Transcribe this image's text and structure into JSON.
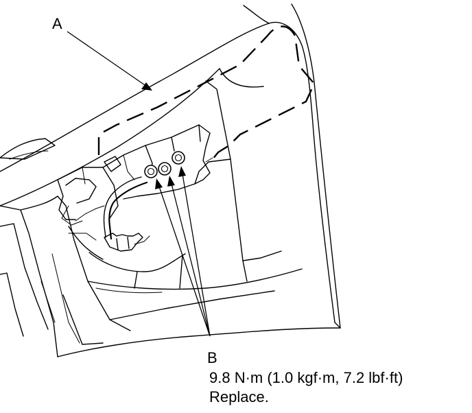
{
  "callouts": {
    "a": {
      "letter": "A"
    },
    "b": {
      "letter": "B",
      "torque_spec": "9.8 N·m (1.0 kgf·m, 7.2 lbf·ft)",
      "note": "Replace."
    }
  },
  "colors": {
    "ink": "#000000",
    "paper": "#ffffff"
  }
}
